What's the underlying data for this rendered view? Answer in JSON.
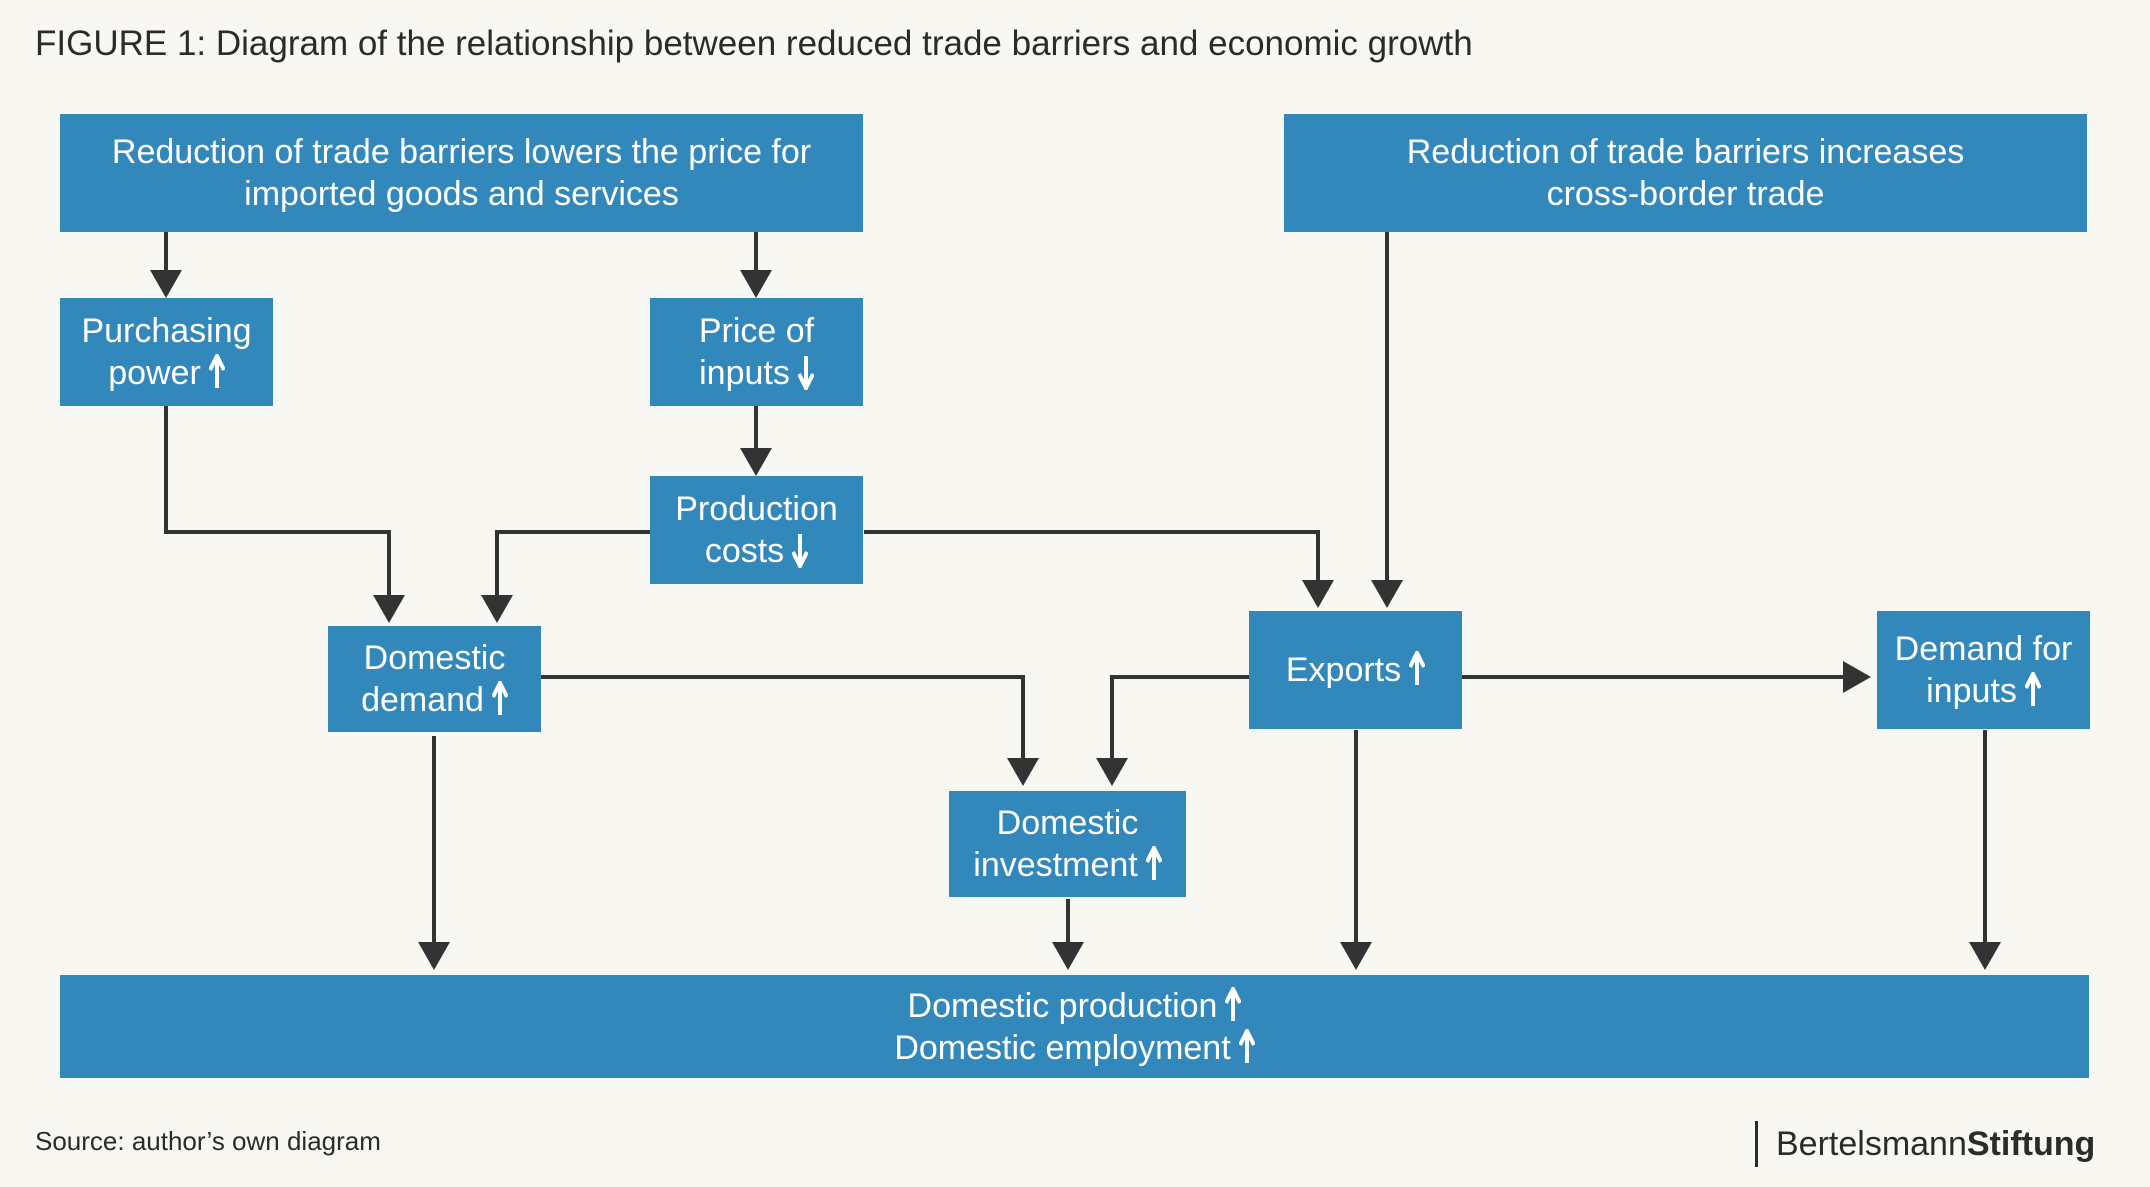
{
  "title": "FIGURE 1: Diagram of the relationship between reduced trade barriers and economic growth",
  "boxes": {
    "price_reduction": {
      "line1": "Reduction of trade barriers lowers the price for",
      "line2": "imported goods and services"
    },
    "trade_increase": {
      "line1": "Reduction of trade barriers increases",
      "line2": "cross-border trade"
    },
    "purchasing_power": {
      "line1": "Purchasing",
      "line2": "power",
      "direction": "up"
    },
    "price_inputs": {
      "line1": "Price of",
      "line2": "inputs",
      "direction": "down"
    },
    "production_costs": {
      "line1": "Production",
      "line2": "costs",
      "direction": "down"
    },
    "domestic_demand": {
      "line1": "Domestic",
      "line2": "demand",
      "direction": "up"
    },
    "exports": {
      "line1": "Exports",
      "direction": "up"
    },
    "demand_inputs": {
      "line1": "Demand for",
      "line2": "inputs",
      "direction": "up"
    },
    "domestic_investment": {
      "line1": "Domestic",
      "line2": "investment",
      "direction": "up"
    },
    "outcome": {
      "line1": "Domestic production",
      "line2": "Domestic employment",
      "direction": "up"
    }
  },
  "source": "Source: author’s own diagram",
  "logo": {
    "part1": "Bertelsmann",
    "part2": "Stiftung"
  },
  "colors": {
    "box": "#3388bb",
    "text": "#ffffff",
    "connector": "#333333",
    "background": "#f8f7f2"
  }
}
